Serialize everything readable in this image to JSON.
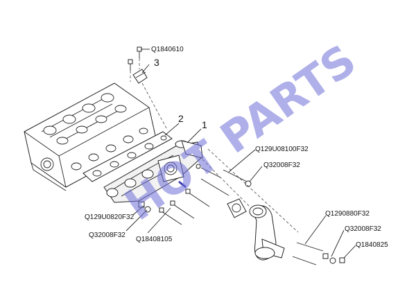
{
  "callouts": {
    "c1": "1",
    "c2": "2",
    "c3": "3"
  },
  "labels": {
    "q1840610": "Q1840610",
    "q129u08100f32": "Q129U08100F32",
    "q32008f32_top": "Q32008F32",
    "q129u0820f32": "Q129U0820F32",
    "q32008f32_left": "Q32008F32",
    "q18408105": "Q18408105",
    "q1290880f32": "Q1290880F32",
    "q32008f32_right": "Q32008F32",
    "q1840825": "Q1840825"
  },
  "watermark": "HOT PARTS",
  "colors": {
    "line": "#222222",
    "watermark": "#6f6fd8"
  }
}
